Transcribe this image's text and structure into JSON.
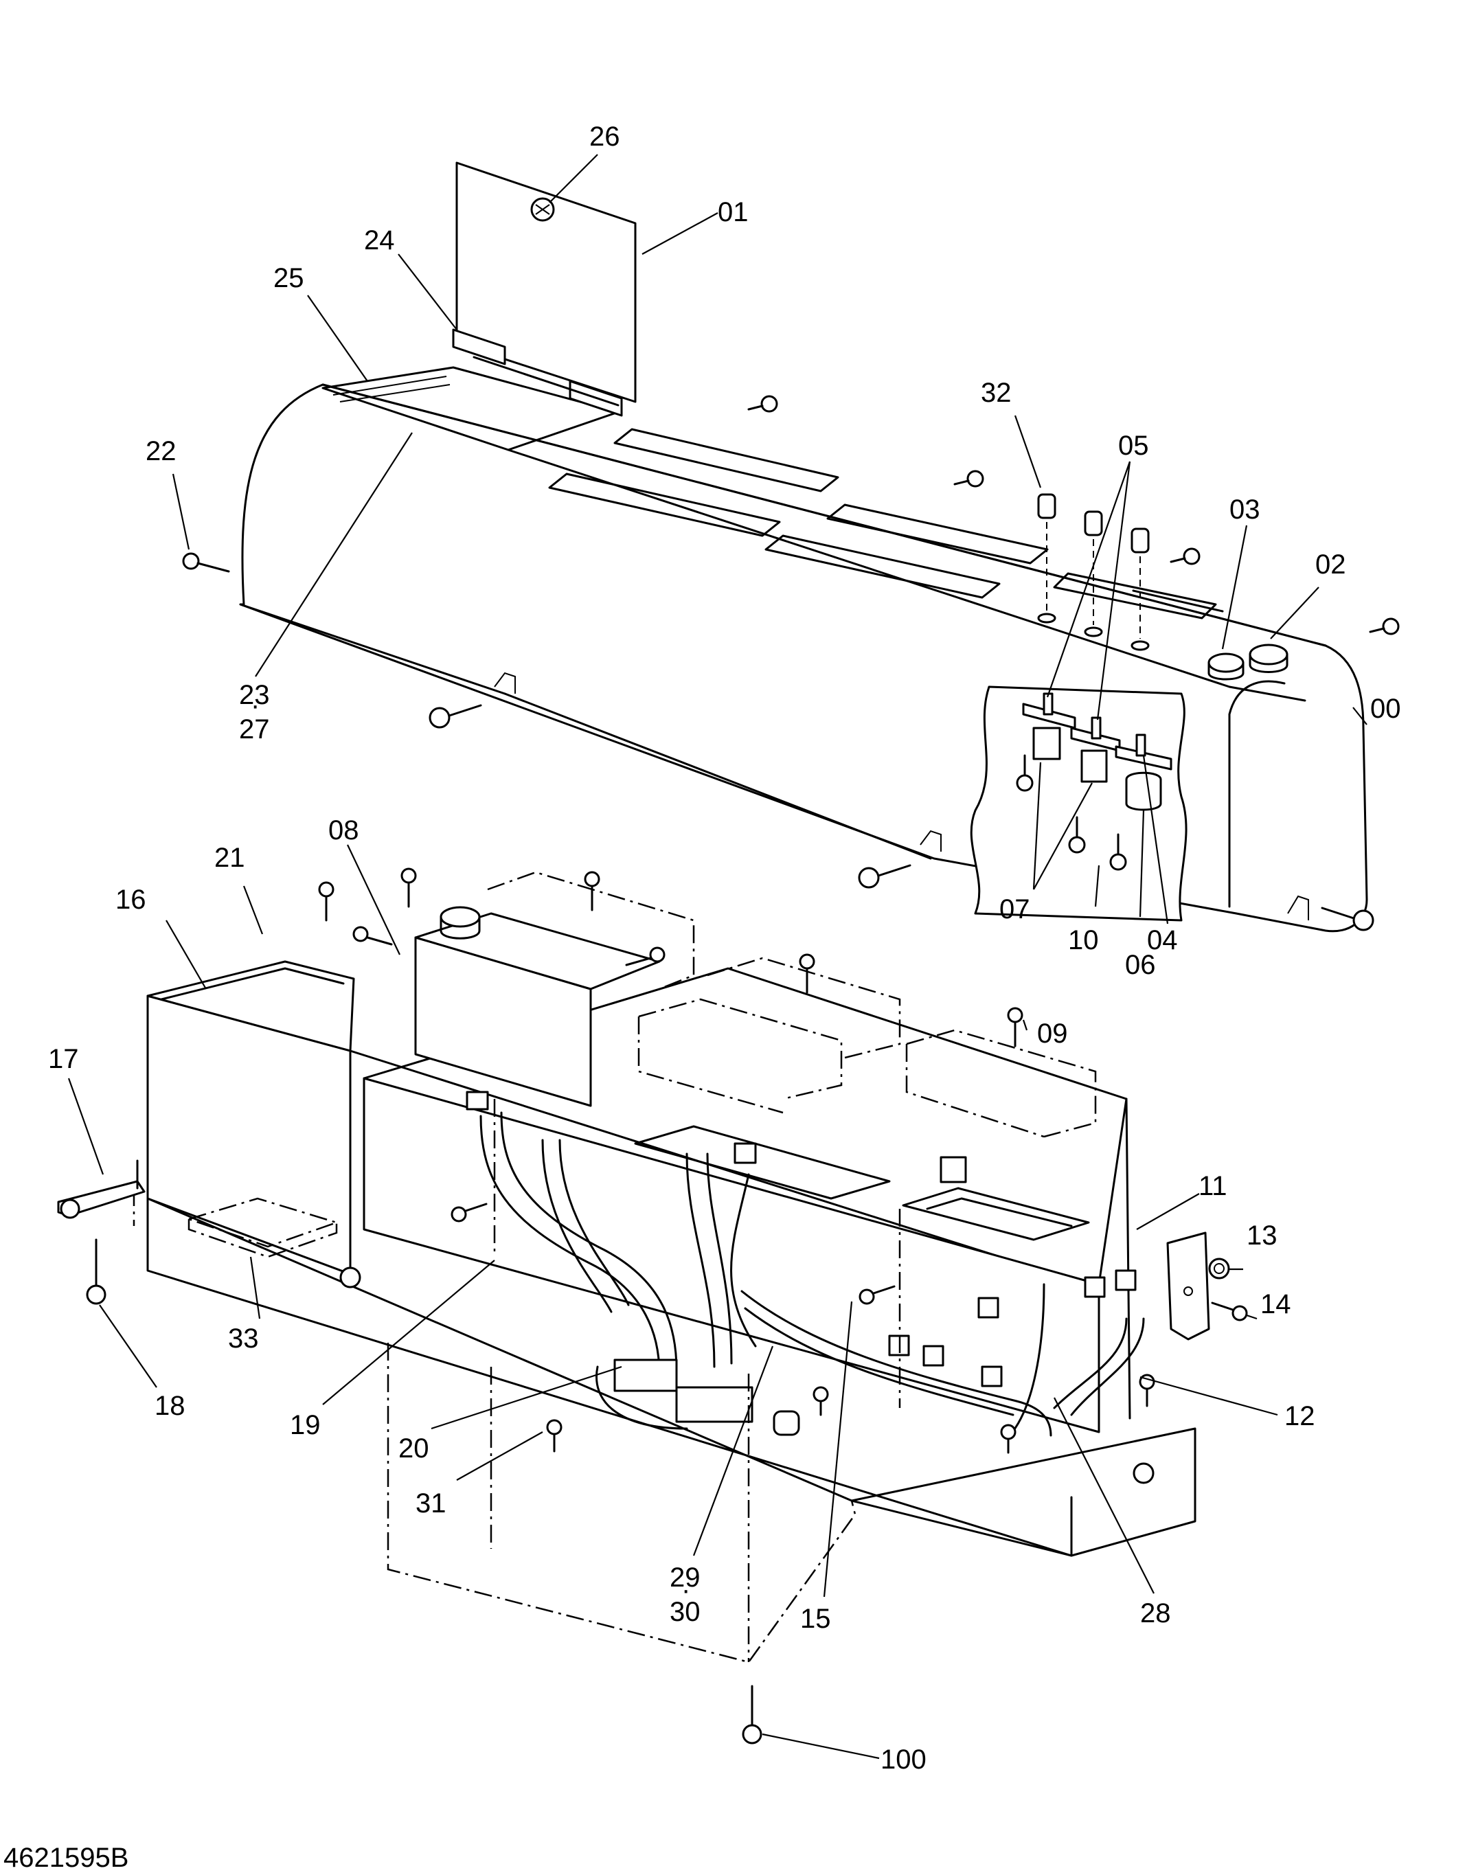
{
  "drawing_number": "4621595B",
  "callouts": [
    {
      "key": "c26",
      "text": "26"
    },
    {
      "key": "c01",
      "text": "01"
    },
    {
      "key": "c24",
      "text": "24"
    },
    {
      "key": "c25",
      "text": "25"
    },
    {
      "key": "c22",
      "text": "22"
    },
    {
      "key": "c32",
      "text": "32"
    },
    {
      "key": "c05",
      "text": "05"
    },
    {
      "key": "c03",
      "text": "03"
    },
    {
      "key": "c02",
      "text": "02"
    },
    {
      "key": "c23",
      "text": "23"
    },
    {
      "key": "c27",
      "text": "27"
    },
    {
      "key": "c00",
      "text": "00"
    },
    {
      "key": "c08",
      "text": "08"
    },
    {
      "key": "c21",
      "text": "21"
    },
    {
      "key": "c16",
      "text": "16"
    },
    {
      "key": "c07",
      "text": "07"
    },
    {
      "key": "c10",
      "text": "10"
    },
    {
      "key": "c06",
      "text": "06"
    },
    {
      "key": "c04",
      "text": "04"
    },
    {
      "key": "c09",
      "text": "09"
    },
    {
      "key": "c17",
      "text": "17"
    },
    {
      "key": "c11",
      "text": "11"
    },
    {
      "key": "c13",
      "text": "13"
    },
    {
      "key": "c14",
      "text": "14"
    },
    {
      "key": "c18",
      "text": "18"
    },
    {
      "key": "c33",
      "text": "33"
    },
    {
      "key": "c12",
      "text": "12"
    },
    {
      "key": "c19",
      "text": "19"
    },
    {
      "key": "c20",
      "text": "20"
    },
    {
      "key": "c31",
      "text": "31"
    },
    {
      "key": "c29",
      "text": "29"
    },
    {
      "key": "c30",
      "text": "30"
    },
    {
      "key": "c15",
      "text": "15"
    },
    {
      "key": "c28",
      "text": "28"
    },
    {
      "key": "c100",
      "text": "100"
    }
  ]
}
